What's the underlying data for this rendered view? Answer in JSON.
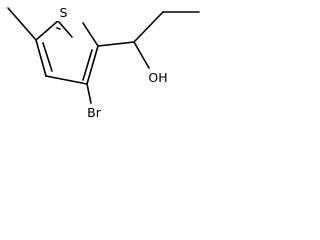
{
  "molecule": {
    "atoms": {
      "sulfur": "S",
      "bromine": "Br",
      "hydroxyl": "OH"
    }
  }
}
